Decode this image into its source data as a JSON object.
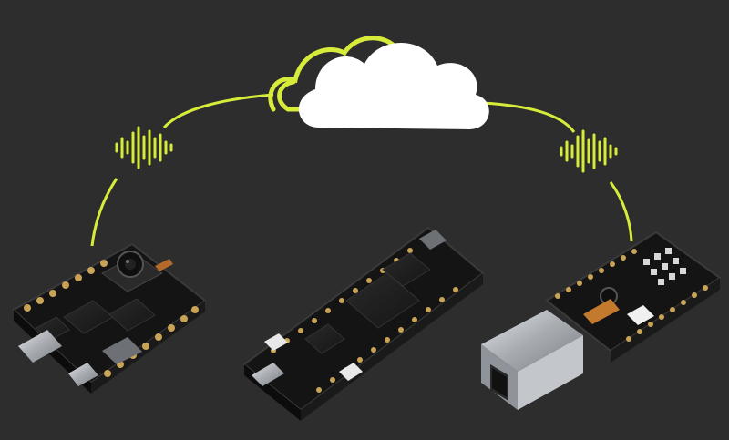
{
  "scene": {
    "colors": {
      "background": "#2d2d2d",
      "accent_lime": "#d7ec3a",
      "cloud_white": "#ffffff",
      "board_black": "#141414",
      "board_edge": "#3a3a3a",
      "chip": "#1e1e1e",
      "gold_pad": "#c9a356",
      "metal": "#b9bcc0"
    },
    "icons": {
      "cloud": "cloud-icon",
      "signal_left": "sound-wave-icon",
      "signal_right": "sound-wave-icon"
    },
    "boards": [
      {
        "name": "camera-board"
      },
      {
        "name": "long-microcontroller-board"
      },
      {
        "name": "ethernet-board"
      }
    ]
  }
}
